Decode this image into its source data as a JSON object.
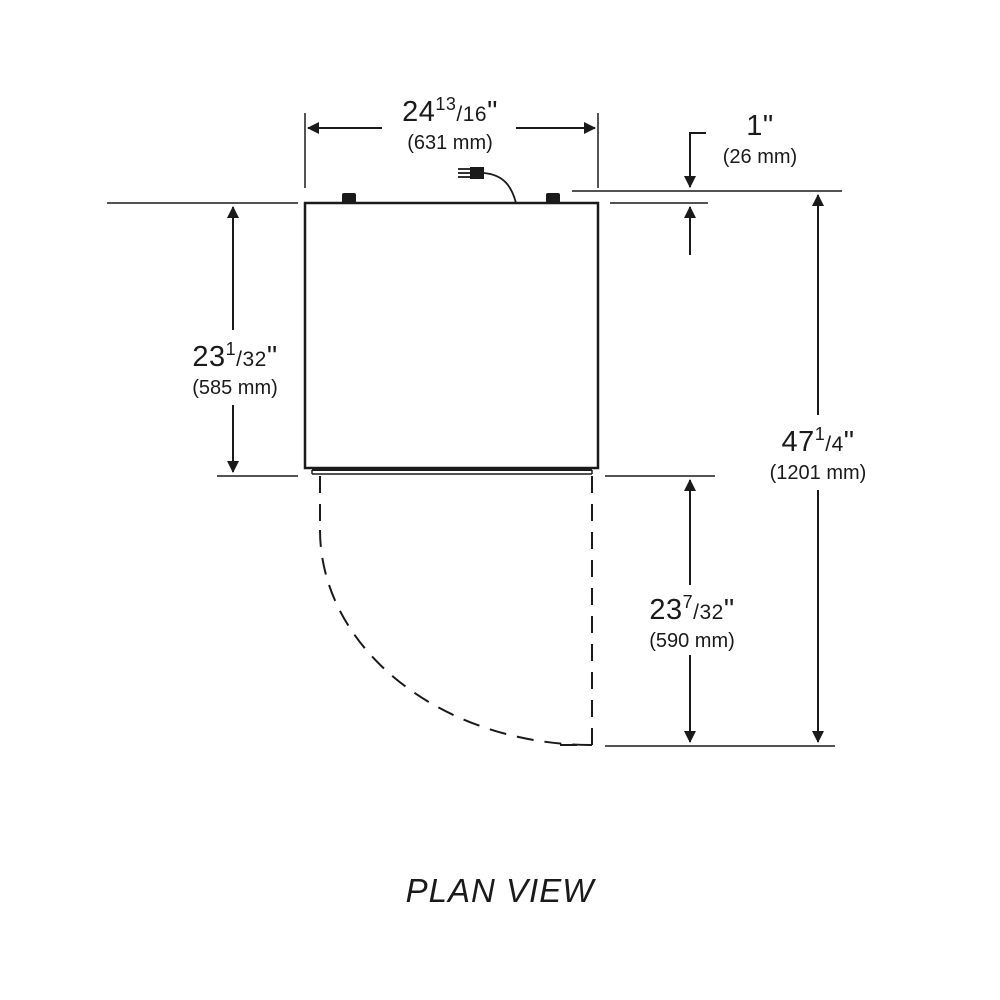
{
  "caption": "PLAN VIEW",
  "dimensions": {
    "width": {
      "whole": "24",
      "num": "13",
      "den": "/16",
      "unit": "\"",
      "metric": "(631 mm)"
    },
    "clearance": {
      "whole": "1",
      "num": "",
      "den": "",
      "unit": "\"",
      "metric": "(26 mm)"
    },
    "depth": {
      "whole": "23",
      "num": "1",
      "den": "/32",
      "unit": "\"",
      "metric": "(585 mm)"
    },
    "total_depth": {
      "whole": "47",
      "num": "1",
      "den": "/4",
      "unit": "\"",
      "metric": "(1201 mm)"
    },
    "door_swing": {
      "whole": "23",
      "num": "7",
      "den": "/32",
      "unit": "\"",
      "metric": "(590 mm)"
    }
  },
  "colors": {
    "line": "#1a1a1a",
    "background": "#ffffff"
  },
  "icons": [
    "power-plug-icon"
  ]
}
